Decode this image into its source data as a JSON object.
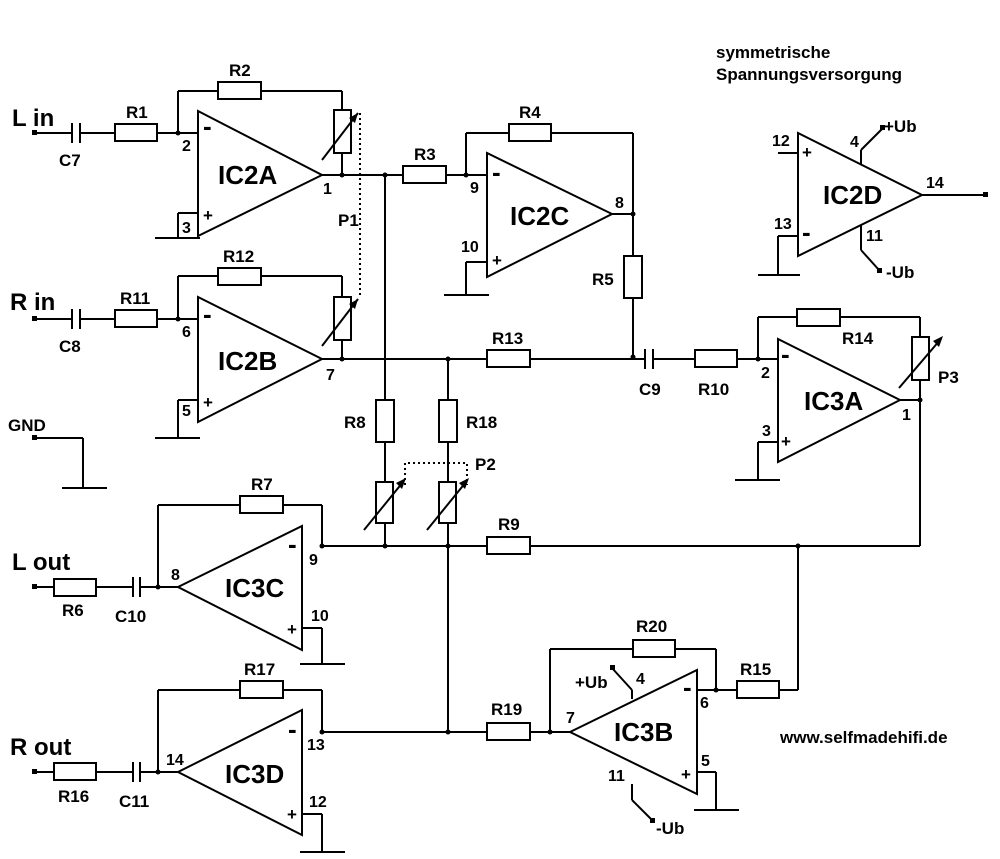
{
  "notes": {
    "supply_line1": "symmetrische",
    "supply_line2": "Spannungsversorgung",
    "website": "www.selfmadehifi.de"
  },
  "ports": {
    "l_in": "L in",
    "r_in": "R in",
    "gnd": "GND",
    "l_out": "L out",
    "r_out": "R out",
    "plus_ub": "+Ub",
    "minus_ub": "-Ub"
  },
  "ics": {
    "ic2a": "IC2A",
    "ic2b": "IC2B",
    "ic2c": "IC2C",
    "ic2d": "IC2D",
    "ic3a": "IC3A",
    "ic3b": "IC3B",
    "ic3c": "IC3C",
    "ic3d": "IC3D"
  },
  "components": {
    "R1": "R1",
    "R2": "R2",
    "R3": "R3",
    "R4": "R4",
    "R5": "R5",
    "R6": "R6",
    "R7": "R7",
    "R8": "R8",
    "R9": "R9",
    "R10": "R10",
    "R11": "R11",
    "R12": "R12",
    "R13": "R13",
    "R14": "R14",
    "R15": "R15",
    "R16": "R16",
    "R17": "R17",
    "R18": "R18",
    "R19": "R19",
    "R20": "R20",
    "C7": "C7",
    "C8": "C8",
    "C9": "C9",
    "C10": "C10",
    "C11": "C11",
    "P1": "P1",
    "P2": "P2",
    "P3": "P3"
  },
  "pins": {
    "ic2a_inv": "2",
    "ic2a_noninv": "3",
    "ic2a_out": "1",
    "ic2b_inv": "6",
    "ic2b_noninv": "5",
    "ic2b_out": "7",
    "ic2c_inv": "9",
    "ic2c_noninv": "10",
    "ic2c_out": "8",
    "ic2d_noninv": "12",
    "ic2d_inv": "13",
    "ic2d_out": "14",
    "ic2d_vplus": "4",
    "ic2d_vminus": "11",
    "ic3a_inv": "2",
    "ic3a_noninv": "3",
    "ic3a_out": "1",
    "ic3b_inv": "6",
    "ic3b_noninv": "5",
    "ic3b_out": "7",
    "ic3b_vplus": "4",
    "ic3b_vminus": "11",
    "ic3c_inv": "9",
    "ic3c_noninv": "10",
    "ic3c_out": "8",
    "ic3d_inv": "13",
    "ic3d_noninv": "12",
    "ic3d_out": "14"
  },
  "signs": {
    "minus": "-",
    "plus": "+"
  }
}
